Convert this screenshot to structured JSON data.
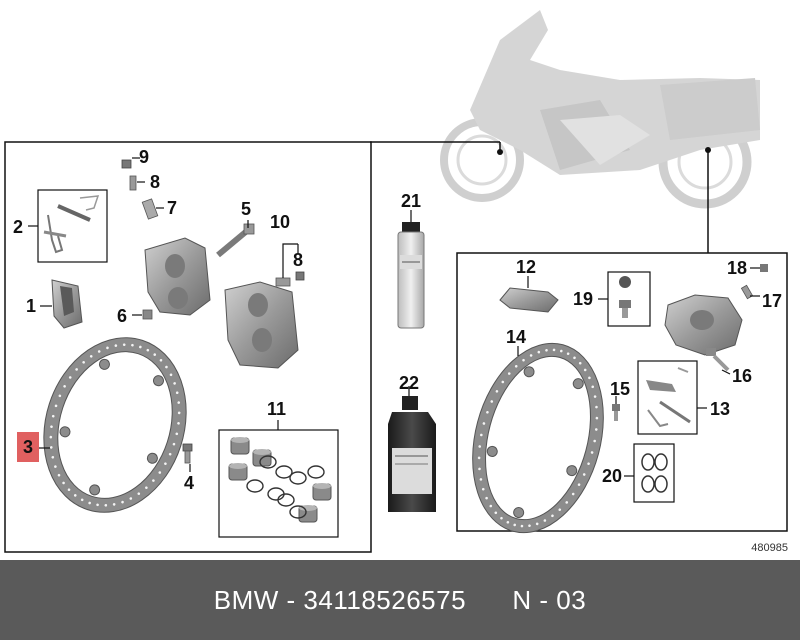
{
  "diagram": {
    "labels": {
      "n1": "1",
      "n2": "2",
      "n3": "3",
      "n4": "4",
      "n5": "5",
      "n6": "6",
      "n7": "7",
      "n8a": "8",
      "n8b": "8",
      "n9": "9",
      "n10": "10",
      "n11": "11",
      "n12": "12",
      "n13": "13",
      "n14": "14",
      "n15": "15",
      "n16": "16",
      "n17": "17",
      "n18": "18",
      "n19": "19",
      "n20": "20",
      "n21": "21",
      "n22": "22"
    },
    "highlighted_label": "3",
    "reference_number": "480985"
  },
  "footer": {
    "brand": "BMW",
    "sep1": " - ",
    "part_number": "34118526575",
    "gap": "      ",
    "position": "N - 03"
  },
  "colors": {
    "highlight": "#e06060",
    "footer_bg": "#5a5a5a",
    "part_gray": "#9a9a9a"
  }
}
